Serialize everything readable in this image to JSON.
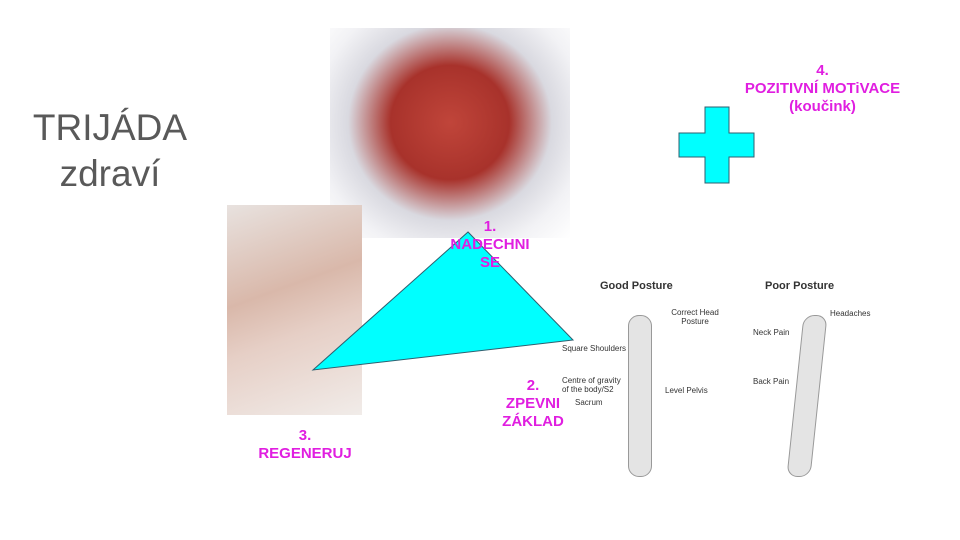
{
  "title": {
    "line1": "TRIJÁDA",
    "line2": "zdraví"
  },
  "steps": [
    {
      "num": "1.",
      "label_lines": [
        "NADECHNI",
        "SE"
      ]
    },
    {
      "num": "2.",
      "label_lines": [
        "ZPEVNI",
        "ZÁKLAD"
      ]
    },
    {
      "num": "3.",
      "label_lines": [
        "REGENERUJ"
      ]
    },
    {
      "num": "4.",
      "label_lines": [
        "POZITIVNÍ MOTiVACE",
        "(koučink)"
      ]
    }
  ],
  "posture_image": {
    "good_title": "Good Posture",
    "poor_title": "Poor Posture",
    "good_labels": [
      "Correct Head Posture",
      "Square Shoulders",
      "Centre of gravity of the body/S2",
      "Sacrum",
      "Level Pelvis"
    ],
    "poor_labels": [
      "Headaches",
      "Neck Pain",
      "Back Pain"
    ]
  },
  "colors": {
    "accent": "#e01ee0",
    "shape": "#00ffff",
    "title": "#595959"
  }
}
